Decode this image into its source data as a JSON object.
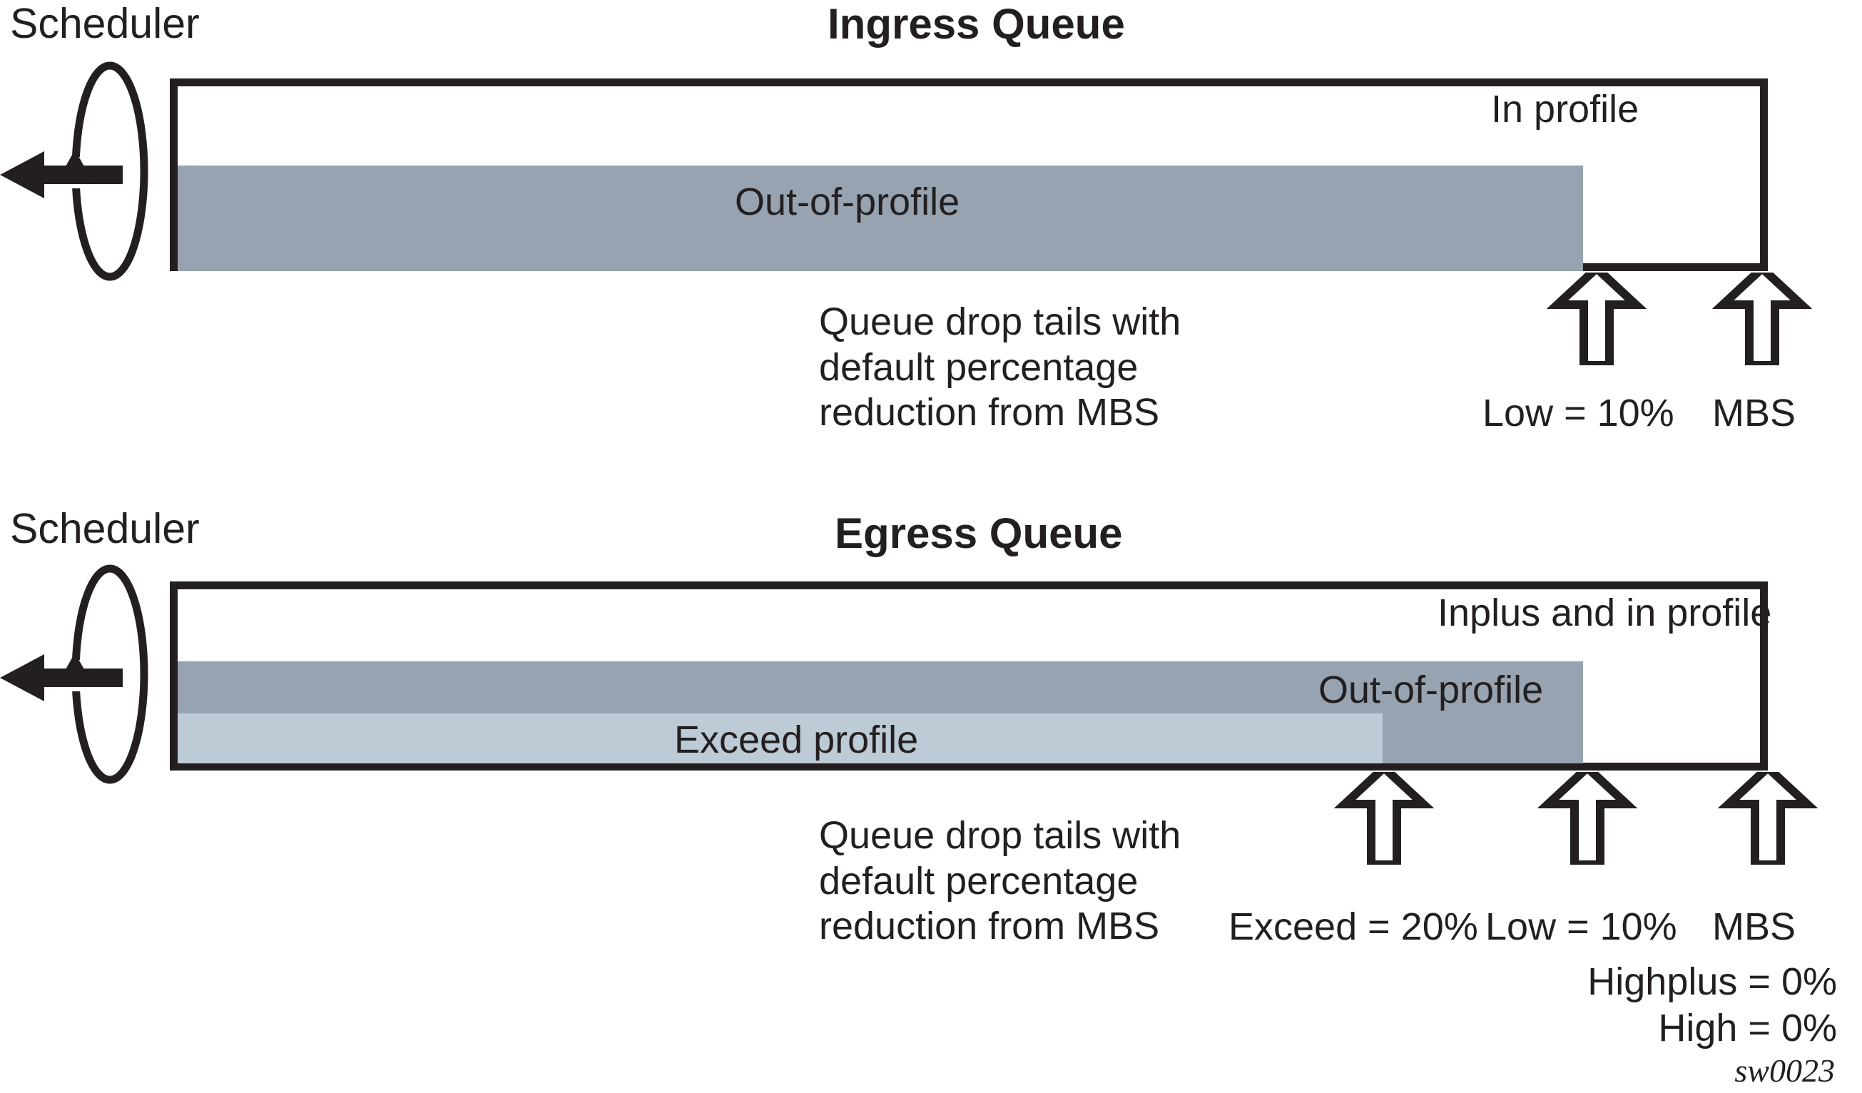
{
  "figure": {
    "id": "sw0023",
    "colors": {
      "ink": "#231f20",
      "out_of_profile_gray": "#97a3b0",
      "exceed_profile_gray": "#bccbd6",
      "background": "#ffffff"
    }
  },
  "ingress": {
    "scheduler_label": "Scheduler",
    "title": "Ingress Queue",
    "bands": [
      {
        "name": "out-of-profile",
        "label": "Out-of-profile",
        "color": "#97a3b0",
        "extent_pct": 88.4
      },
      {
        "name": "in-profile",
        "label": "In profile",
        "color": "#ffffff",
        "extent_pct": 100
      }
    ],
    "note": "Queue drop tails with\ndefault percentage\nreduction from MBS",
    "markers": [
      {
        "name": "low",
        "label": "Low = 10%",
        "x_pct": 88.4
      },
      {
        "name": "mbs",
        "label": "MBS",
        "x_pct": 100
      }
    ]
  },
  "egress": {
    "scheduler_label": "Scheduler",
    "title": "Egress Queue",
    "bands": [
      {
        "name": "exceed-profile",
        "label": "Exceed profile",
        "color": "#bccbd6",
        "extent_pct": 75.8
      },
      {
        "name": "out-of-profile",
        "label": "Out-of-profile",
        "color": "#97a3b0",
        "extent_pct": 88.4
      },
      {
        "name": "inplus-and-in-profile",
        "label": "Inplus and in profile",
        "color": "#ffffff",
        "extent_pct": 100
      }
    ],
    "note": "Queue drop tails with\ndefault percentage\nreduction from MBS",
    "markers": [
      {
        "name": "exceed",
        "label": "Exceed = 20%",
        "x_pct": 75.8
      },
      {
        "name": "low",
        "label": "Low = 10%",
        "x_pct": 88.4
      },
      {
        "name": "mbs",
        "label": "MBS",
        "x_pct": 100
      }
    ],
    "extra_markers": [
      {
        "name": "highplus",
        "label": "Highplus = 0%"
      },
      {
        "name": "high",
        "label": "High = 0%"
      }
    ]
  }
}
